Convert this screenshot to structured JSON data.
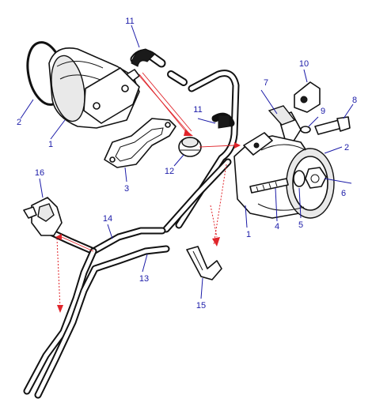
{
  "diagram": {
    "callouts": {
      "c1_adaptor": "1",
      "c1_pump": "1",
      "c2_oring": "2",
      "c2_seal": "2",
      "c3": "3",
      "c4": "4",
      "c5": "5",
      "c6": "6",
      "c7": "7",
      "c8": "8",
      "c9": "9",
      "c10": "10",
      "c11_top": "11",
      "c11_mid": "11",
      "c12": "12",
      "c13": "13",
      "c14": "14",
      "c15": "15",
      "c16": "16"
    },
    "colors": {
      "callout_text": "#1b1ba8",
      "flow_arrows": "#e0242a",
      "line_art": "#111111"
    }
  }
}
